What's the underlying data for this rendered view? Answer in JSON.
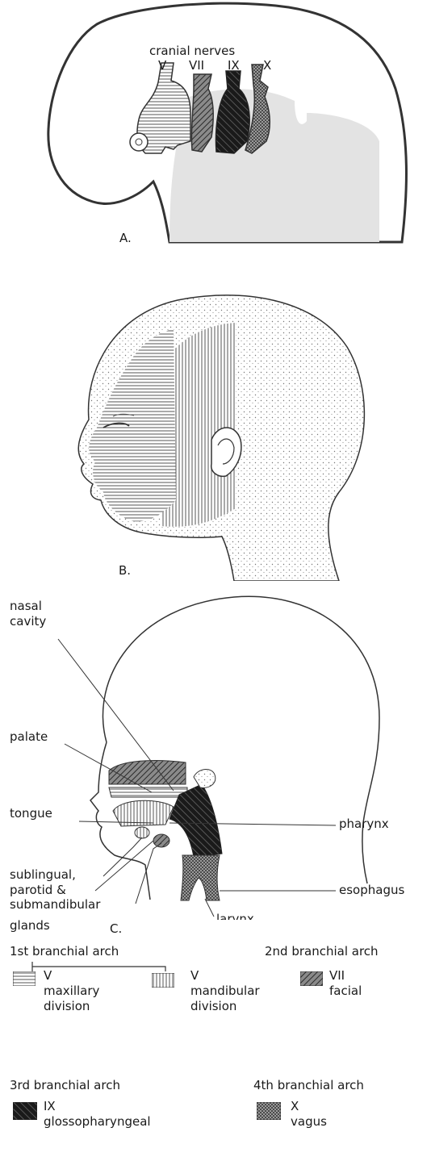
{
  "panel_a": {
    "heading": "cranial nerves",
    "nerve_labels": [
      "V",
      "VII",
      "IX",
      "X"
    ],
    "letter": "A."
  },
  "panel_b": {
    "letter": "B."
  },
  "panel_c": {
    "letter": "C.",
    "labels": {
      "nasal_cavity": [
        "nasal",
        "cavity"
      ],
      "palate": "palate",
      "tongue": "tongue",
      "glands": [
        "sublingual,",
        "parotid &",
        "submandibular",
        "glands"
      ],
      "pharynx": "pharynx",
      "esophagus": "esophagus",
      "larynx": "larynx"
    }
  },
  "legend": {
    "arch1": {
      "heading": "1st branchial arch",
      "maxillary": [
        "V",
        "maxillary",
        "division"
      ],
      "mandibular": [
        "V",
        "mandibular",
        "division"
      ]
    },
    "arch2": {
      "heading": "2nd branchial arch",
      "facial": [
        "VII",
        "facial"
      ]
    },
    "arch3": {
      "heading": "3rd branchial arch",
      "glosso": [
        "IX",
        "glossopharyngeal"
      ]
    },
    "arch4": {
      "heading": "4th branchial arch",
      "vagus": [
        "X",
        "vagus"
      ]
    }
  }
}
